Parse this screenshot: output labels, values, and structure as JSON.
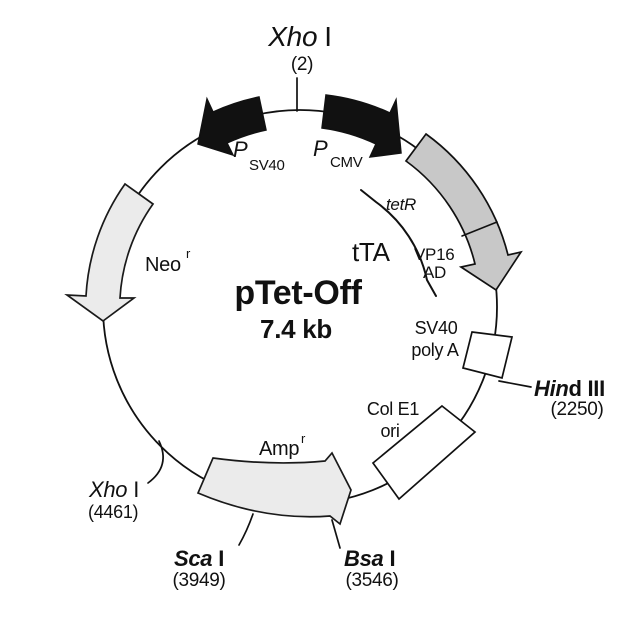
{
  "title": {
    "name": "pTet-Off",
    "size": "7.4 kb"
  },
  "features": {
    "psv40": {
      "symbol": "P",
      "subscript": "SV40"
    },
    "pcmv": {
      "symbol": "P",
      "subscript": "CMV"
    },
    "tetr": {
      "label": "tetR"
    },
    "tta": {
      "label": "tTA"
    },
    "vp16": {
      "line1": "VP16",
      "line2": "AD"
    },
    "neo": {
      "label": "Neo",
      "superscript": "r"
    },
    "amp": {
      "label": "Amp",
      "superscript": "r"
    },
    "polya": {
      "line1": "SV40",
      "line2": "poly A"
    },
    "ori": {
      "line1": "Col E1",
      "line2": "ori"
    }
  },
  "sites": {
    "xho_top": {
      "enzyme": "Xho",
      "suffix": "I",
      "position": "(2)"
    },
    "hind3": {
      "enzyme_italic": "Hin",
      "enzyme_rest": "d III",
      "position": "(2250)"
    },
    "bsa1": {
      "enzyme": "Bsa",
      "suffix": "I",
      "position": "(3546)"
    },
    "sca1": {
      "enzyme": "Sca",
      "suffix": "I",
      "position": "(3949)"
    },
    "xho_left": {
      "enzyme": "Xho",
      "suffix": "I",
      "position": "(4461)"
    }
  },
  "colors": {
    "background": "#ffffff",
    "outline": "#111111",
    "promoter_arrow": "#111111",
    "tta_arrow": "#c8c8c8",
    "gene_arrow": "#ebebeb",
    "marker_box": "#ffffff",
    "text": "#111111"
  }
}
